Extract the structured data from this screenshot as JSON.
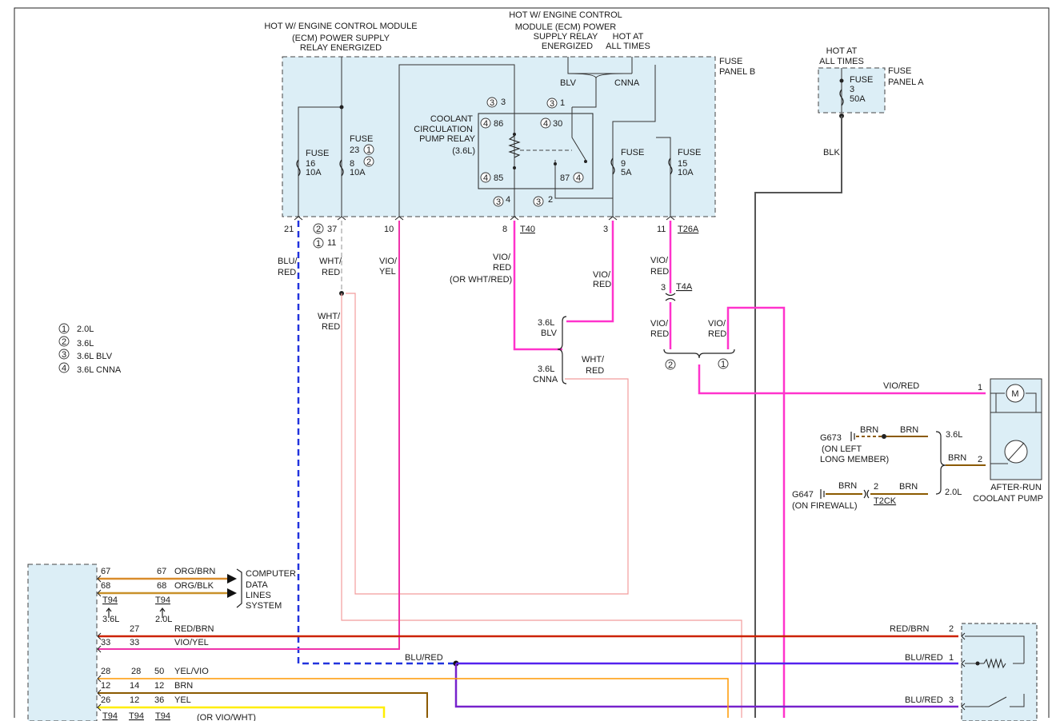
{
  "colors": {
    "vio_red": "#ff33cc",
    "blu_red": "#2233dd",
    "wht_red": "#f29c9c",
    "red_brn": "#cc2200",
    "vio_yel": "#ee33aa",
    "yel_vio": "#ff9900",
    "brn": "#8b5a00",
    "yel": "#ffee00",
    "org_brn": "#d98c2b",
    "org_blk": "#c8912a",
    "blk": "#555555",
    "purple": "#7722cc",
    "box_fill": "#dceef6"
  },
  "headers": {
    "ecm_relay_hot": [
      "HOT W/ ENGINE CONTROL MODULE",
      "(ECM) POWER SUPPLY",
      "RELAY ENERGIZED"
    ],
    "ecm_power_hot": [
      "HOT W/ ENGINE CONTROL",
      "MODULE (ECM) POWER",
      "SUPPLY RELAY"
    ],
    "energized": "ENERGIZED",
    "hot_at_all_times_1": [
      "HOT AT",
      "ALL TIMES"
    ],
    "hot_at_all_times_2": [
      "HOT AT",
      "ALL TIMES"
    ]
  },
  "fuse_panel_b": [
    "FUSE",
    "PANEL B"
  ],
  "fuse_panel_a": [
    "FUSE",
    "PANEL A"
  ],
  "fuses": {
    "f16": [
      "FUSE",
      "16",
      "10A"
    ],
    "f23": [
      "FUSE",
      "23",
      "8",
      "10A"
    ],
    "f9": [
      "FUSE",
      "9",
      "5A"
    ],
    "f15": [
      "FUSE",
      "15",
      "10A"
    ],
    "f3": [
      "FUSE",
      "3",
      "50A"
    ]
  },
  "relay": {
    "title": [
      "COOLANT",
      "CIRCULATION",
      "PUMP RELAY",
      "(3.6L)"
    ],
    "pins": {
      "p86": "86",
      "p85": "85",
      "p30": "30",
      "p87": "87",
      "p3": "3",
      "p1": "1",
      "p4": "4",
      "p2": "2"
    }
  },
  "branch_labels": {
    "blv": "BLV",
    "cnna": "CNNA"
  },
  "legend": [
    {
      "num": "1",
      "text": "2.0L"
    },
    {
      "num": "2",
      "text": "3.6L"
    },
    {
      "num": "3",
      "text": "3.6L BLV"
    },
    {
      "num": "4",
      "text": "3.6L CNNA"
    }
  ],
  "terminals": {
    "t21": "21",
    "t37": "37",
    "t11": "11",
    "t10": "10",
    "t8": "8",
    "t3": "3",
    "t11b": "11",
    "t40": "T40",
    "t26a": "T26A",
    "t4a": "T4A",
    "t4a_pin": "3"
  },
  "wire_labels": {
    "blu_red_1": [
      "BLU/",
      "RED"
    ],
    "wht_red_1": [
      "WHT/",
      "RED"
    ],
    "wht_red_2": [
      "WHT/",
      "RED"
    ],
    "vio_yel_1": [
      "VIO/",
      "YEL"
    ],
    "vio_red_1": [
      "VIO/",
      "RED",
      "(OR WHT/RED)"
    ],
    "vio_red_2": [
      "VIO/",
      "RED"
    ],
    "vio_red_3": [
      "VIO/",
      "RED"
    ],
    "vio_red_4": [
      "VIO/",
      "RED"
    ],
    "vio_red_5": [
      "VIO/",
      "RED"
    ],
    "blk": "BLK",
    "blv_36": [
      "3.6L",
      "BLV"
    ],
    "cnna_36": [
      "3.6L",
      "CNNA"
    ],
    "wht_red_3": [
      "WHT/",
      "RED"
    ],
    "vio_red_pump": "VIO/RED",
    "blu_red_mid": "BLU/RED",
    "red_brn_right": "RED/BRN",
    "blu_red_r1": "BLU/RED",
    "blu_red_r3": "BLU/RED"
  },
  "pump": {
    "label": [
      "AFTER-RUN",
      "COOLANT PUMP"
    ],
    "pin1": "1",
    "pin2": "2",
    "brn": "BRN"
  },
  "grounds": {
    "g673": [
      "G673",
      "(ON LEFT",
      "LONG MEMBER)"
    ],
    "g647": [
      "G647",
      "(ON FIREWALL)"
    ],
    "brn_a": "BRN",
    "brn_b": "BRN",
    "brn_c": "BRN",
    "brn_d": "BRN",
    "l36": "3.6L",
    "l20": "2.0L",
    "t2ck": "T2CK",
    "t2ck_pin": "2"
  },
  "ecm_rows": [
    {
      "pin": "67",
      "pin2": "67",
      "color": "ORG/BRN"
    },
    {
      "pin": "68",
      "pin2": "68",
      "color": "ORG/BLK"
    }
  ],
  "ecm_misc": {
    "t94a": "T94",
    "t94b": "T94",
    "l36": "3.6L",
    "l20": "2.0L",
    "computer": [
      "COMPUTER",
      "DATA",
      "LINES",
      "SYSTEM"
    ]
  },
  "ecm_rows2": [
    {
      "a": "27",
      "b": "",
      "c": "RED/BRN"
    },
    {
      "a": "33",
      "b": "33",
      "c": "VIO/YEL"
    },
    {
      "a": "28",
      "b": "28",
      "c": "50",
      "d": "YEL/VIO"
    },
    {
      "a": "12",
      "b": "14",
      "c": "12",
      "d": "BRN"
    },
    {
      "a": "26",
      "b": "12",
      "c": "36",
      "d": "YEL"
    }
  ],
  "ecm_bottom": {
    "t1": "T94",
    "t2": "T94",
    "t3": "T94",
    "note": "(OR VIO/WHT)"
  },
  "right_comp_pins": {
    "p2": "2",
    "p1": "1",
    "p3": "3"
  }
}
